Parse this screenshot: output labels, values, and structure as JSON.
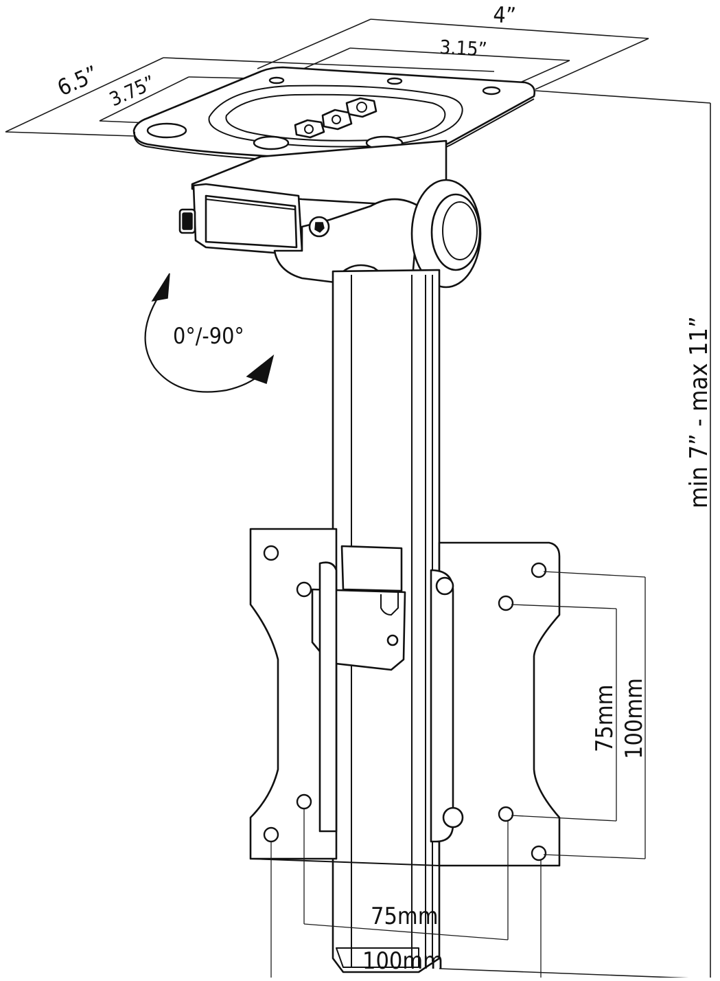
{
  "diagram": {
    "dimensions": {
      "top_width_outer": "4”",
      "top_width_inner": "3.15”",
      "side_depth_outer": "6.5”",
      "side_depth_inner": "3.75”",
      "height_range": "min 7” - max 11”",
      "vesa_vertical_small": "75mm",
      "vesa_vertical_large": "100mm",
      "vesa_horizontal_small": "75mm",
      "vesa_horizontal_large": "100mm"
    },
    "rotation": {
      "label": "0°/-90°"
    }
  }
}
